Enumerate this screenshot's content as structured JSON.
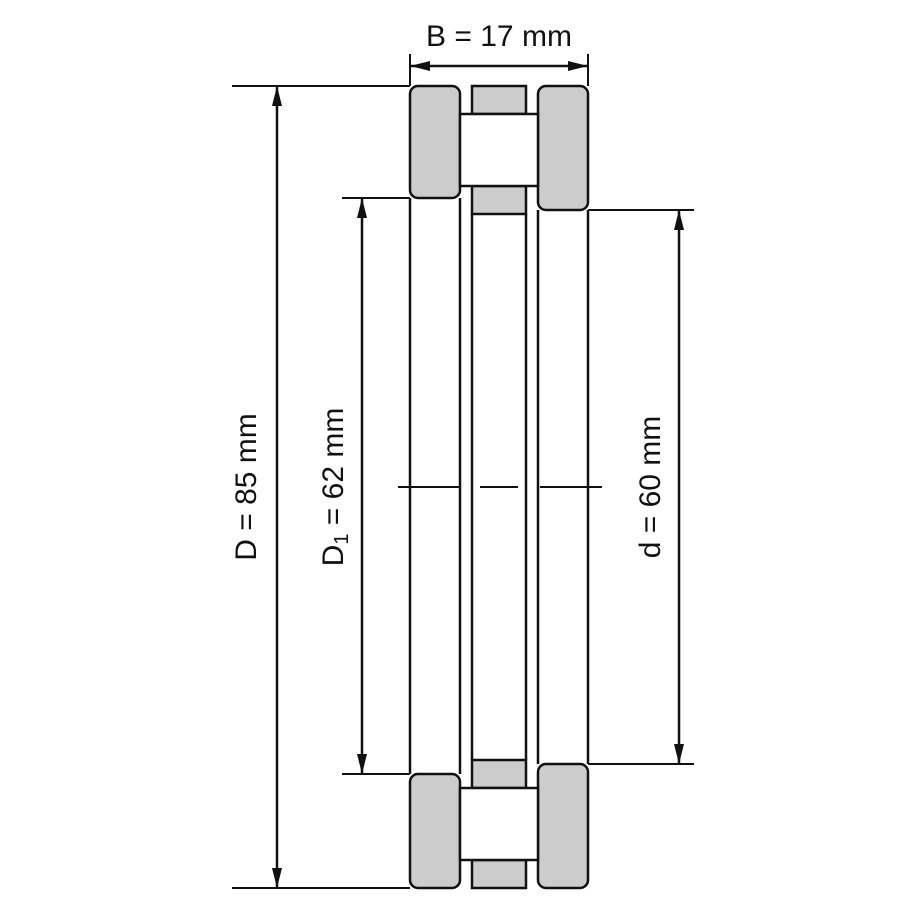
{
  "diagram": {
    "title": "",
    "dimensions": {
      "width_label": "B = 17 mm",
      "outer_diameter_label": "D = 85 mm",
      "housing_bore_main": "D",
      "housing_bore_subscript": "1",
      "housing_bore_rest": " = 62 mm",
      "inner_diameter_label": "d = 60 mm"
    },
    "colors": {
      "line": "#111111",
      "washer_fill": "#cccccc",
      "roller_fill": "#ffffff",
      "background": "#ffffff"
    }
  }
}
